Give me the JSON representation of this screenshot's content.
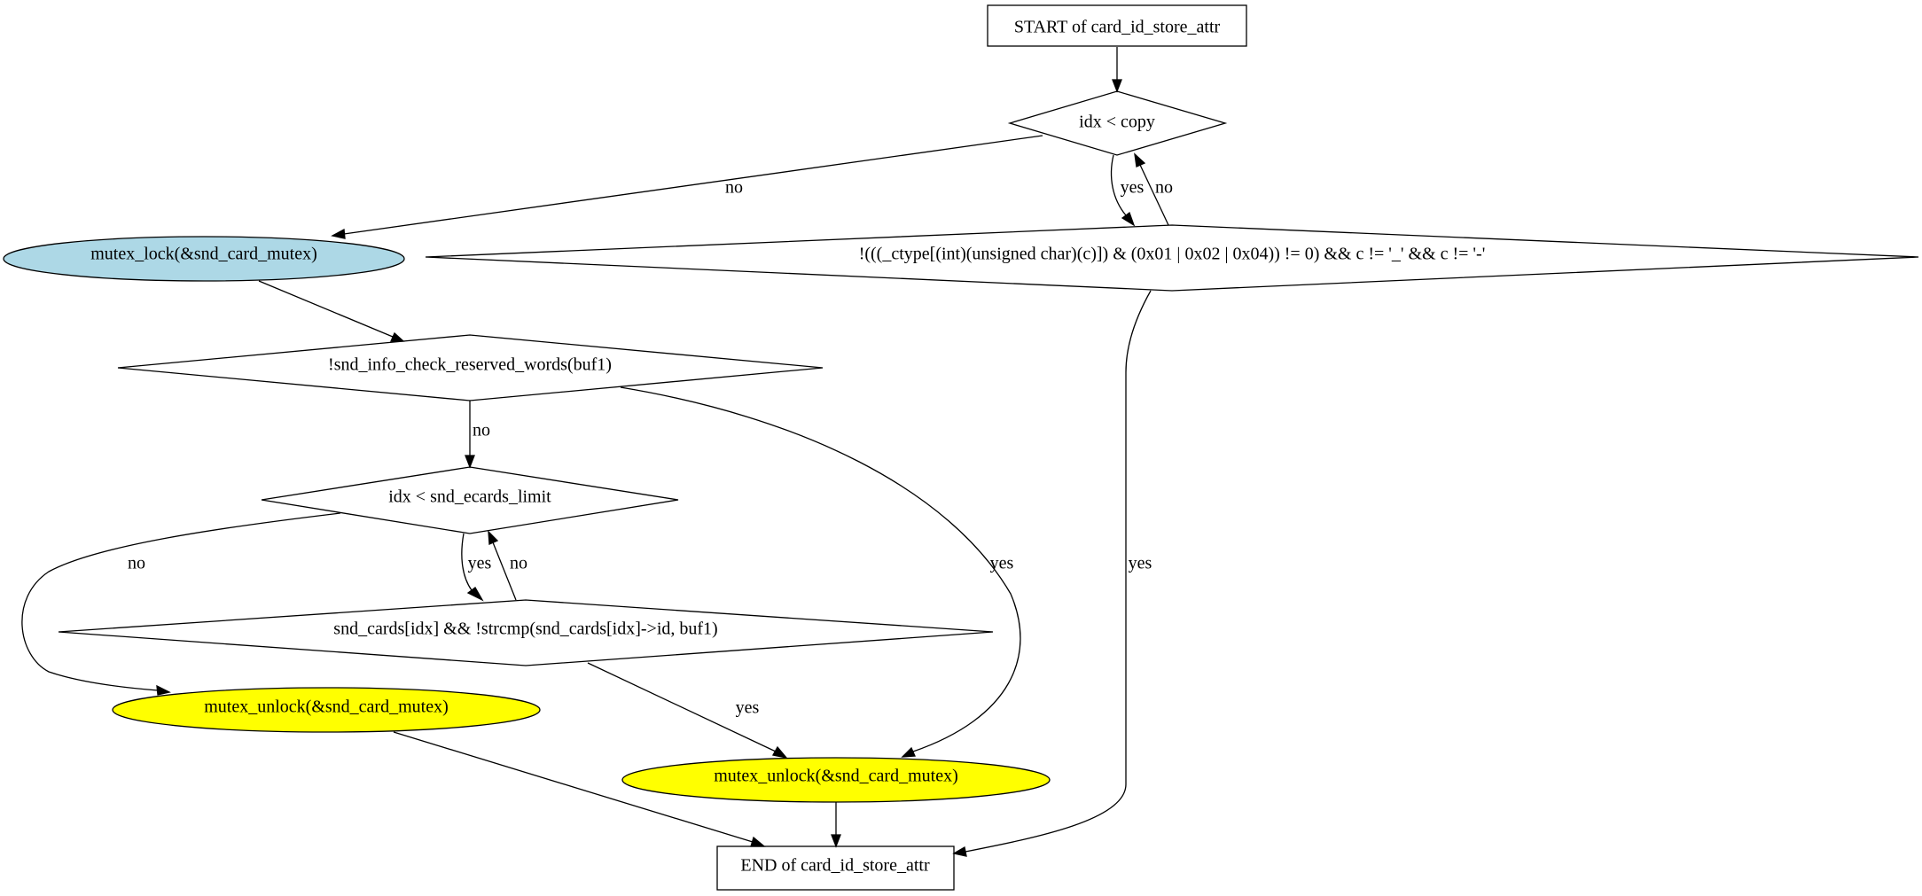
{
  "nodes": {
    "start": {
      "label": "START of card_id_store_attr",
      "shape": "box"
    },
    "cond_idx_copy": {
      "label": "idx < copy",
      "shape": "diamond"
    },
    "cond_ctype": {
      "label": "!(((_ctype[(int)(unsigned char)(c)]) & (0x01 | 0x02 | 0x04)) != 0) && c != '_' && c != '-'",
      "shape": "diamond"
    },
    "mutex_lock": {
      "label": "mutex_lock(&snd_card_mutex)",
      "shape": "ellipse",
      "fill": "#add8e6"
    },
    "cond_reserved": {
      "label": "!snd_info_check_reserved_words(buf1)",
      "shape": "diamond"
    },
    "cond_limit": {
      "label": "idx < snd_ecards_limit",
      "shape": "diamond"
    },
    "cond_strcmp": {
      "label": "snd_cards[idx] && !strcmp(snd_cards[idx]->id, buf1)",
      "shape": "diamond"
    },
    "unlock_left": {
      "label": "mutex_unlock(&snd_card_mutex)",
      "shape": "ellipse",
      "fill": "#ffff00"
    },
    "unlock_right": {
      "label": "mutex_unlock(&snd_card_mutex)",
      "shape": "ellipse",
      "fill": "#ffff00"
    },
    "end": {
      "label": "END of card_id_store_attr",
      "shape": "box"
    }
  },
  "edges": [
    {
      "id": "start-to-copy",
      "from": "start",
      "to": "cond_idx_copy",
      "label": ""
    },
    {
      "id": "copy-no",
      "from": "cond_idx_copy",
      "to": "mutex_lock",
      "label": "no"
    },
    {
      "id": "copy-yes",
      "from": "cond_idx_copy",
      "to": "cond_ctype",
      "label": "yes"
    },
    {
      "id": "ctype-no",
      "from": "cond_ctype",
      "to": "cond_idx_copy",
      "label": "no"
    },
    {
      "id": "ctype-yes",
      "from": "cond_ctype",
      "to": "end",
      "label": "yes"
    },
    {
      "id": "lock-to-reserved",
      "from": "mutex_lock",
      "to": "cond_reserved",
      "label": ""
    },
    {
      "id": "reserved-no",
      "from": "cond_reserved",
      "to": "cond_limit",
      "label": "no"
    },
    {
      "id": "reserved-yes",
      "from": "cond_reserved",
      "to": "unlock_right",
      "label": "yes"
    },
    {
      "id": "limit-yes",
      "from": "cond_limit",
      "to": "cond_strcmp",
      "label": "yes"
    },
    {
      "id": "strcmp-no",
      "from": "cond_strcmp",
      "to": "cond_limit",
      "label": "no"
    },
    {
      "id": "limit-no",
      "from": "cond_limit",
      "to": "unlock_left",
      "label": "no"
    },
    {
      "id": "strcmp-yes",
      "from": "cond_strcmp",
      "to": "unlock_right",
      "label": "yes"
    },
    {
      "id": "unlock-left-to-end",
      "from": "unlock_left",
      "to": "end",
      "label": ""
    },
    {
      "id": "unlock-right-to-end",
      "from": "unlock_right",
      "to": "end",
      "label": ""
    }
  ]
}
